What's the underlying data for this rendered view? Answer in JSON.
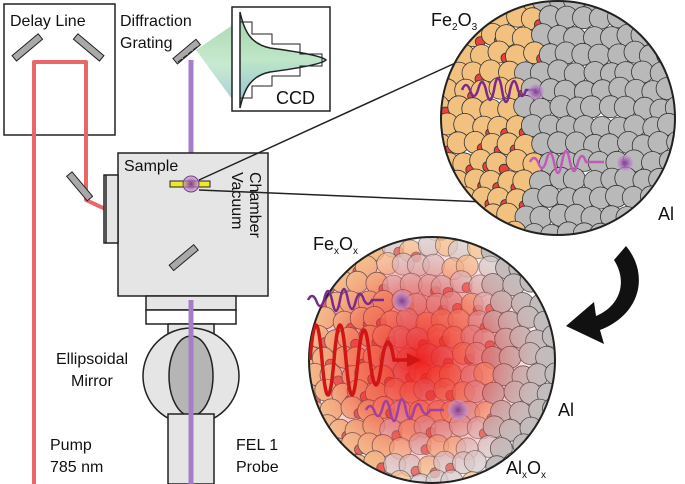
{
  "labels": {
    "delay_line": "Delay Line",
    "diffraction_1": "Diffraction",
    "diffraction_2": "Grating",
    "ccd": "CCD",
    "sample": "Sample",
    "vacuum_1": "Vacuum",
    "vacuum_2": "Chamber",
    "ellipsoidal_1": "Ellipsoidal",
    "ellipsoidal_2": "Mirror",
    "pump_1": "Pump",
    "pump_2": "785 nm",
    "fel_1": "FEL 1",
    "fel_2": "Probe",
    "fe2o3": {
      "base": "Fe",
      "sub1": "2",
      "mid": "O",
      "sub2": "3"
    },
    "al_top": "Al",
    "fexox": {
      "base": "Fe",
      "sub1": "x",
      "mid": "O",
      "sub2": "x"
    },
    "al_bottom": "Al",
    "alxox": {
      "base": "Al",
      "sub1": "x",
      "mid": "O",
      "sub2": "x"
    }
  },
  "colors": {
    "pump_beam": "#e8686a",
    "probe_beam": "#a57ec8",
    "fe_atom": "#f2c07f",
    "o_atom": "#e8423a",
    "al_atom": "#b9b9b9",
    "wave": "#7a2a8a",
    "hot_spot": "#f02020"
  },
  "icons": [
    "delay-line-mirrors",
    "diffraction-grating",
    "ccd-spectrum",
    "vacuum-chamber",
    "ellipsoidal-mirror",
    "curved-arrow-icon"
  ]
}
